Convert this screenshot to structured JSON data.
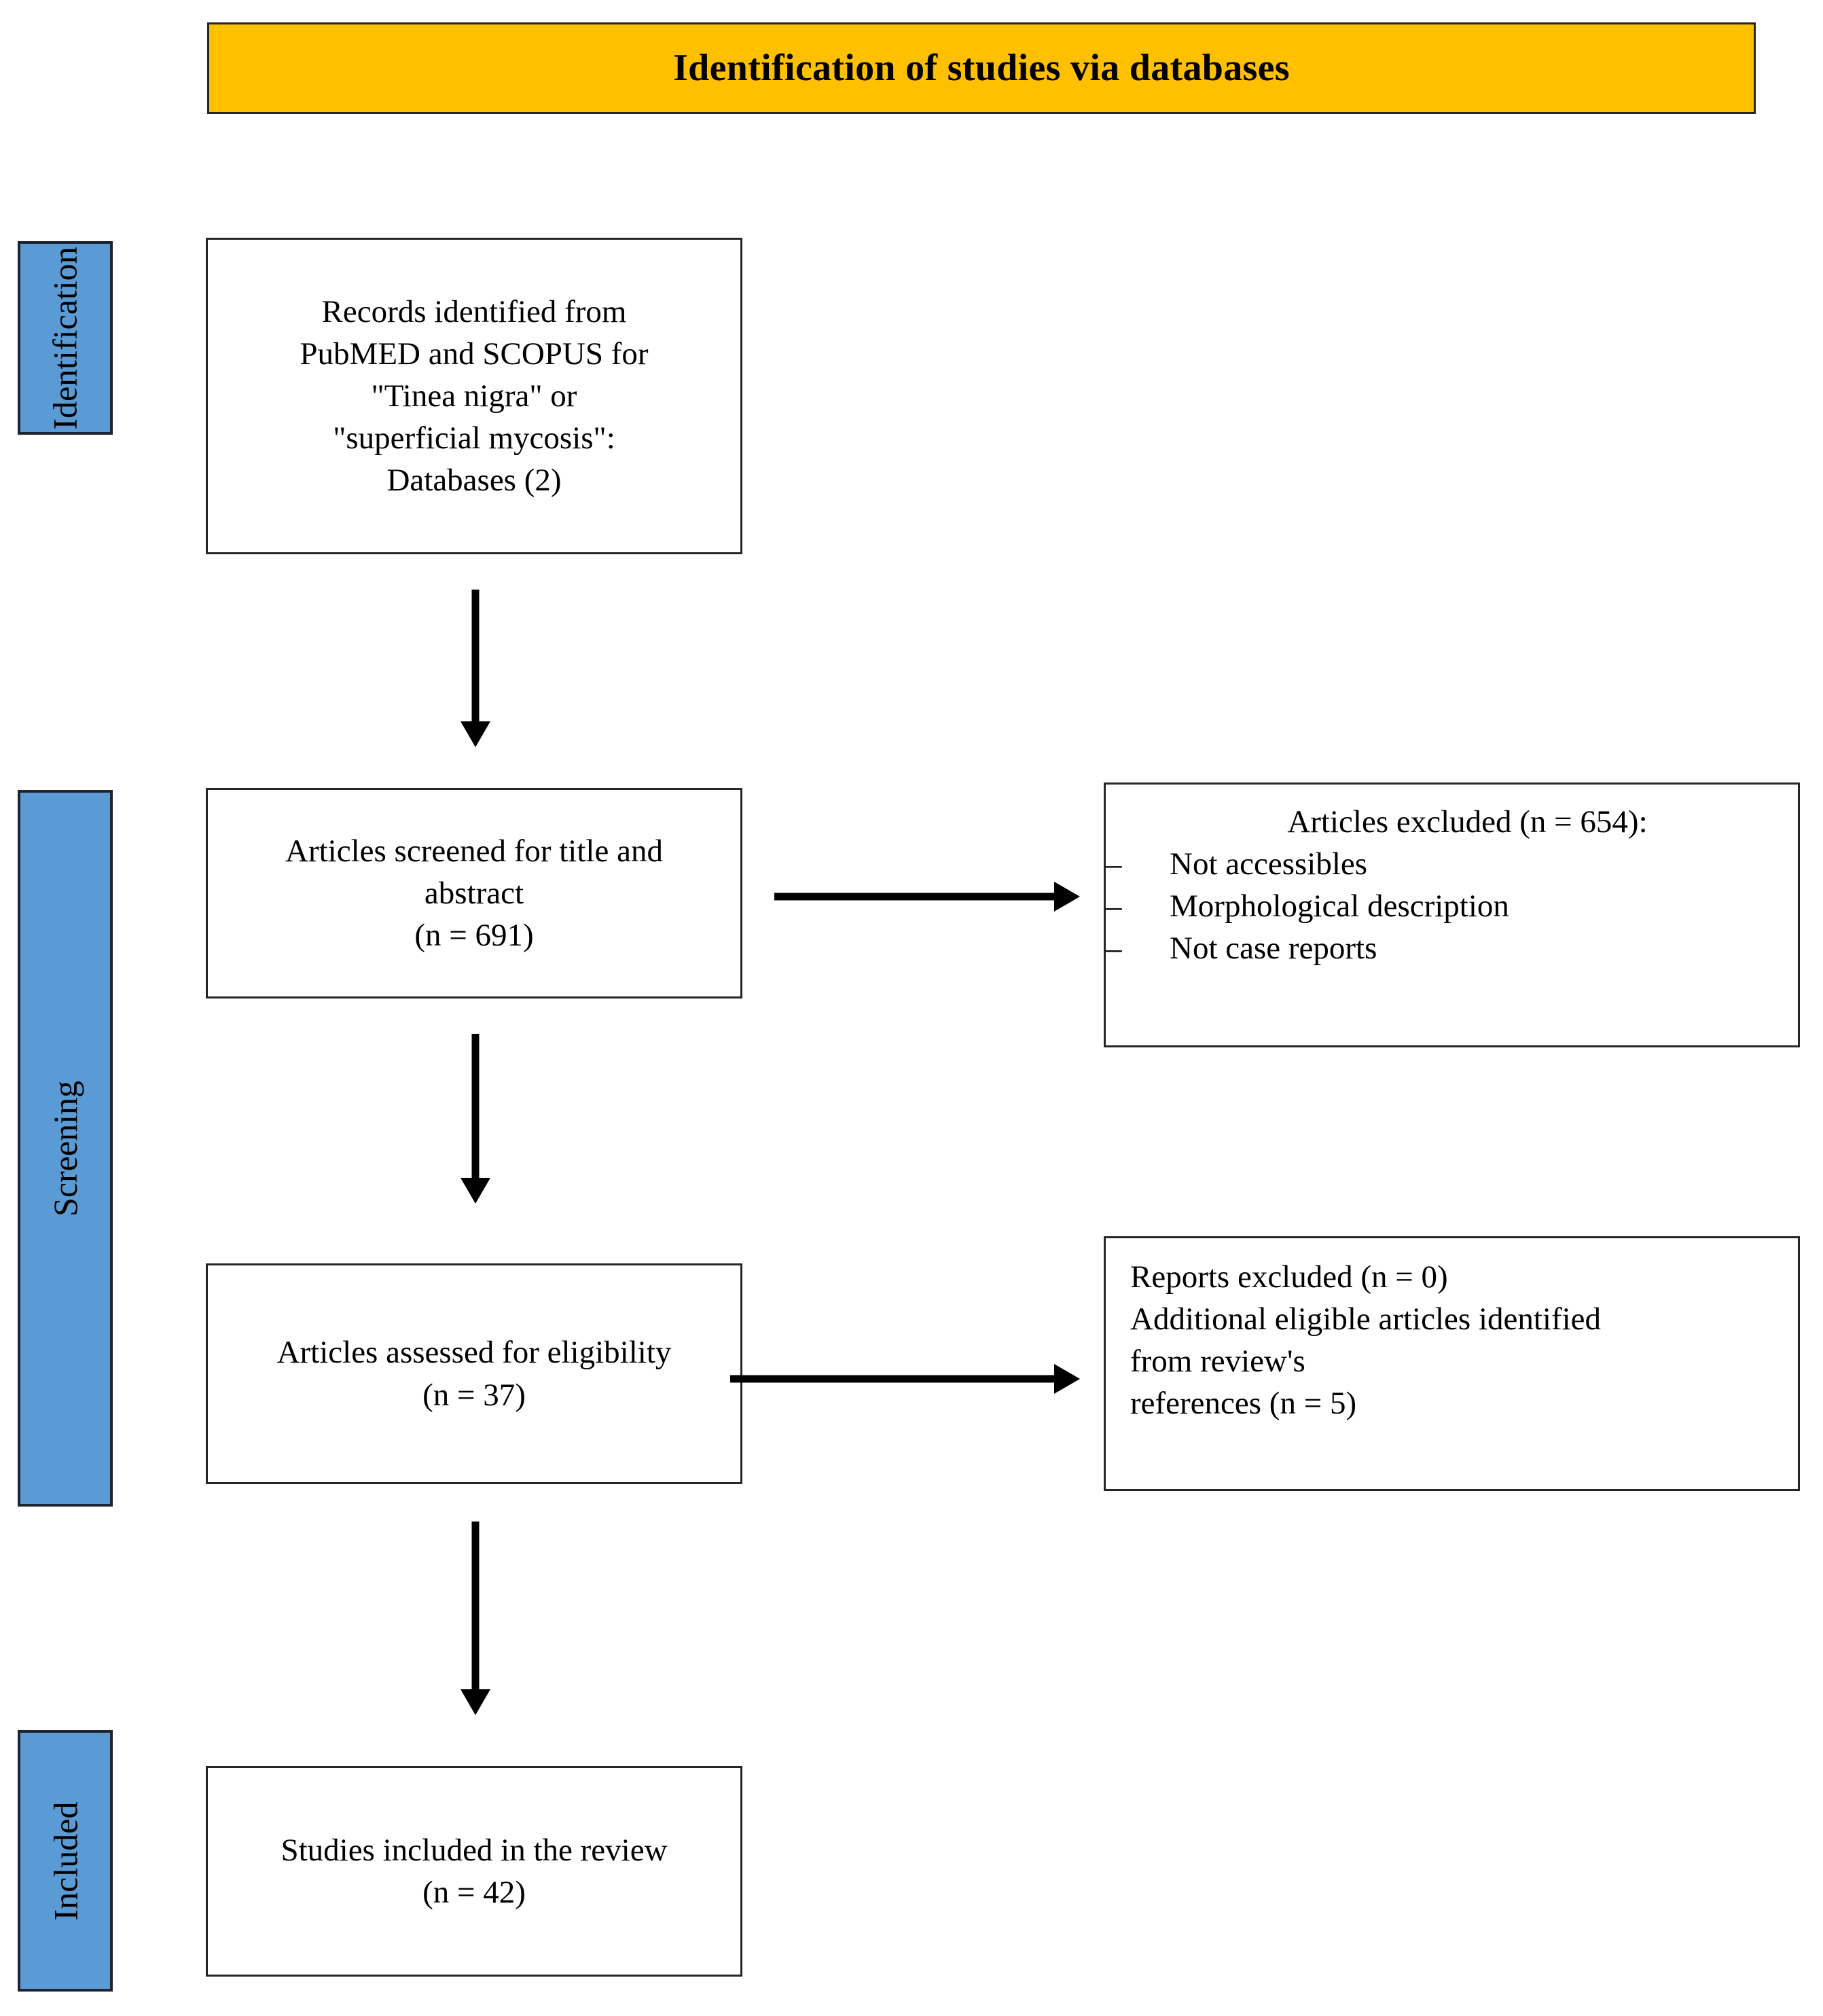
{
  "diagram": {
    "type": "prisma-flow-diagram",
    "banner": {
      "title": "Identification of studies via databases",
      "background_color": "#FFC000",
      "text_color": "#000000"
    },
    "stage_bars": {
      "color": "#5B9BD5",
      "items": [
        {
          "label": "Identification"
        },
        {
          "label": "Screening"
        },
        {
          "label": "Included"
        }
      ]
    },
    "boxes": {
      "identified": {
        "lines": [
          "Records identified from",
          "PubMED and SCOPUS for",
          "\"Tinea nigra\" or",
          "\"superficial mycosis\":",
          "Databases (2)"
        ]
      },
      "screened": {
        "lines": [
          "Articles screened for title and",
          "abstract",
          "(n = 691)"
        ]
      },
      "articles_excluded": {
        "title": "Articles excluded (n = 654):",
        "dash": "–",
        "items": [
          "Not accessibles",
          "Morphological description",
          "Not case reports"
        ]
      },
      "eligibility": {
        "lines": [
          "Articles assessed for eligibility",
          "(n = 37)"
        ]
      },
      "reports_excluded": {
        "lines": [
          "Reports excluded (n = 0)",
          "Additional eligible articles identified",
          "from review's",
          "references (n = 5)"
        ]
      },
      "included": {
        "lines": [
          "Studies included in the review",
          "(n = 42)"
        ]
      }
    },
    "arrows": {
      "identified_to_screened": "down-arrow",
      "screened_to_excluded": "right-arrow",
      "screened_to_eligibility": "down-arrow",
      "eligibility_to_reports_excluded": "right-arrow",
      "eligibility_to_included": "down-arrow"
    }
  }
}
